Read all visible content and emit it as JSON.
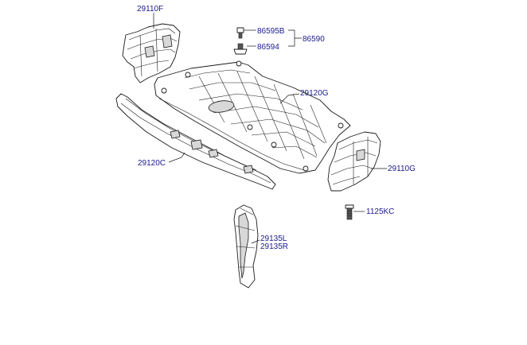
{
  "labels": {
    "p29110F": "29110F",
    "p86595B": "86595B",
    "p86594": "86594",
    "p86590": "86590",
    "p29120G": "29120G",
    "p29120C": "29120C",
    "p29110G": "29110G",
    "p1125KC": "1125KC",
    "p29135L": "29135L",
    "p29135R": "29135R"
  },
  "colors": {
    "label_text": "#1a1a8c",
    "line": "#1a1a1a",
    "fill": "#ffffff"
  }
}
